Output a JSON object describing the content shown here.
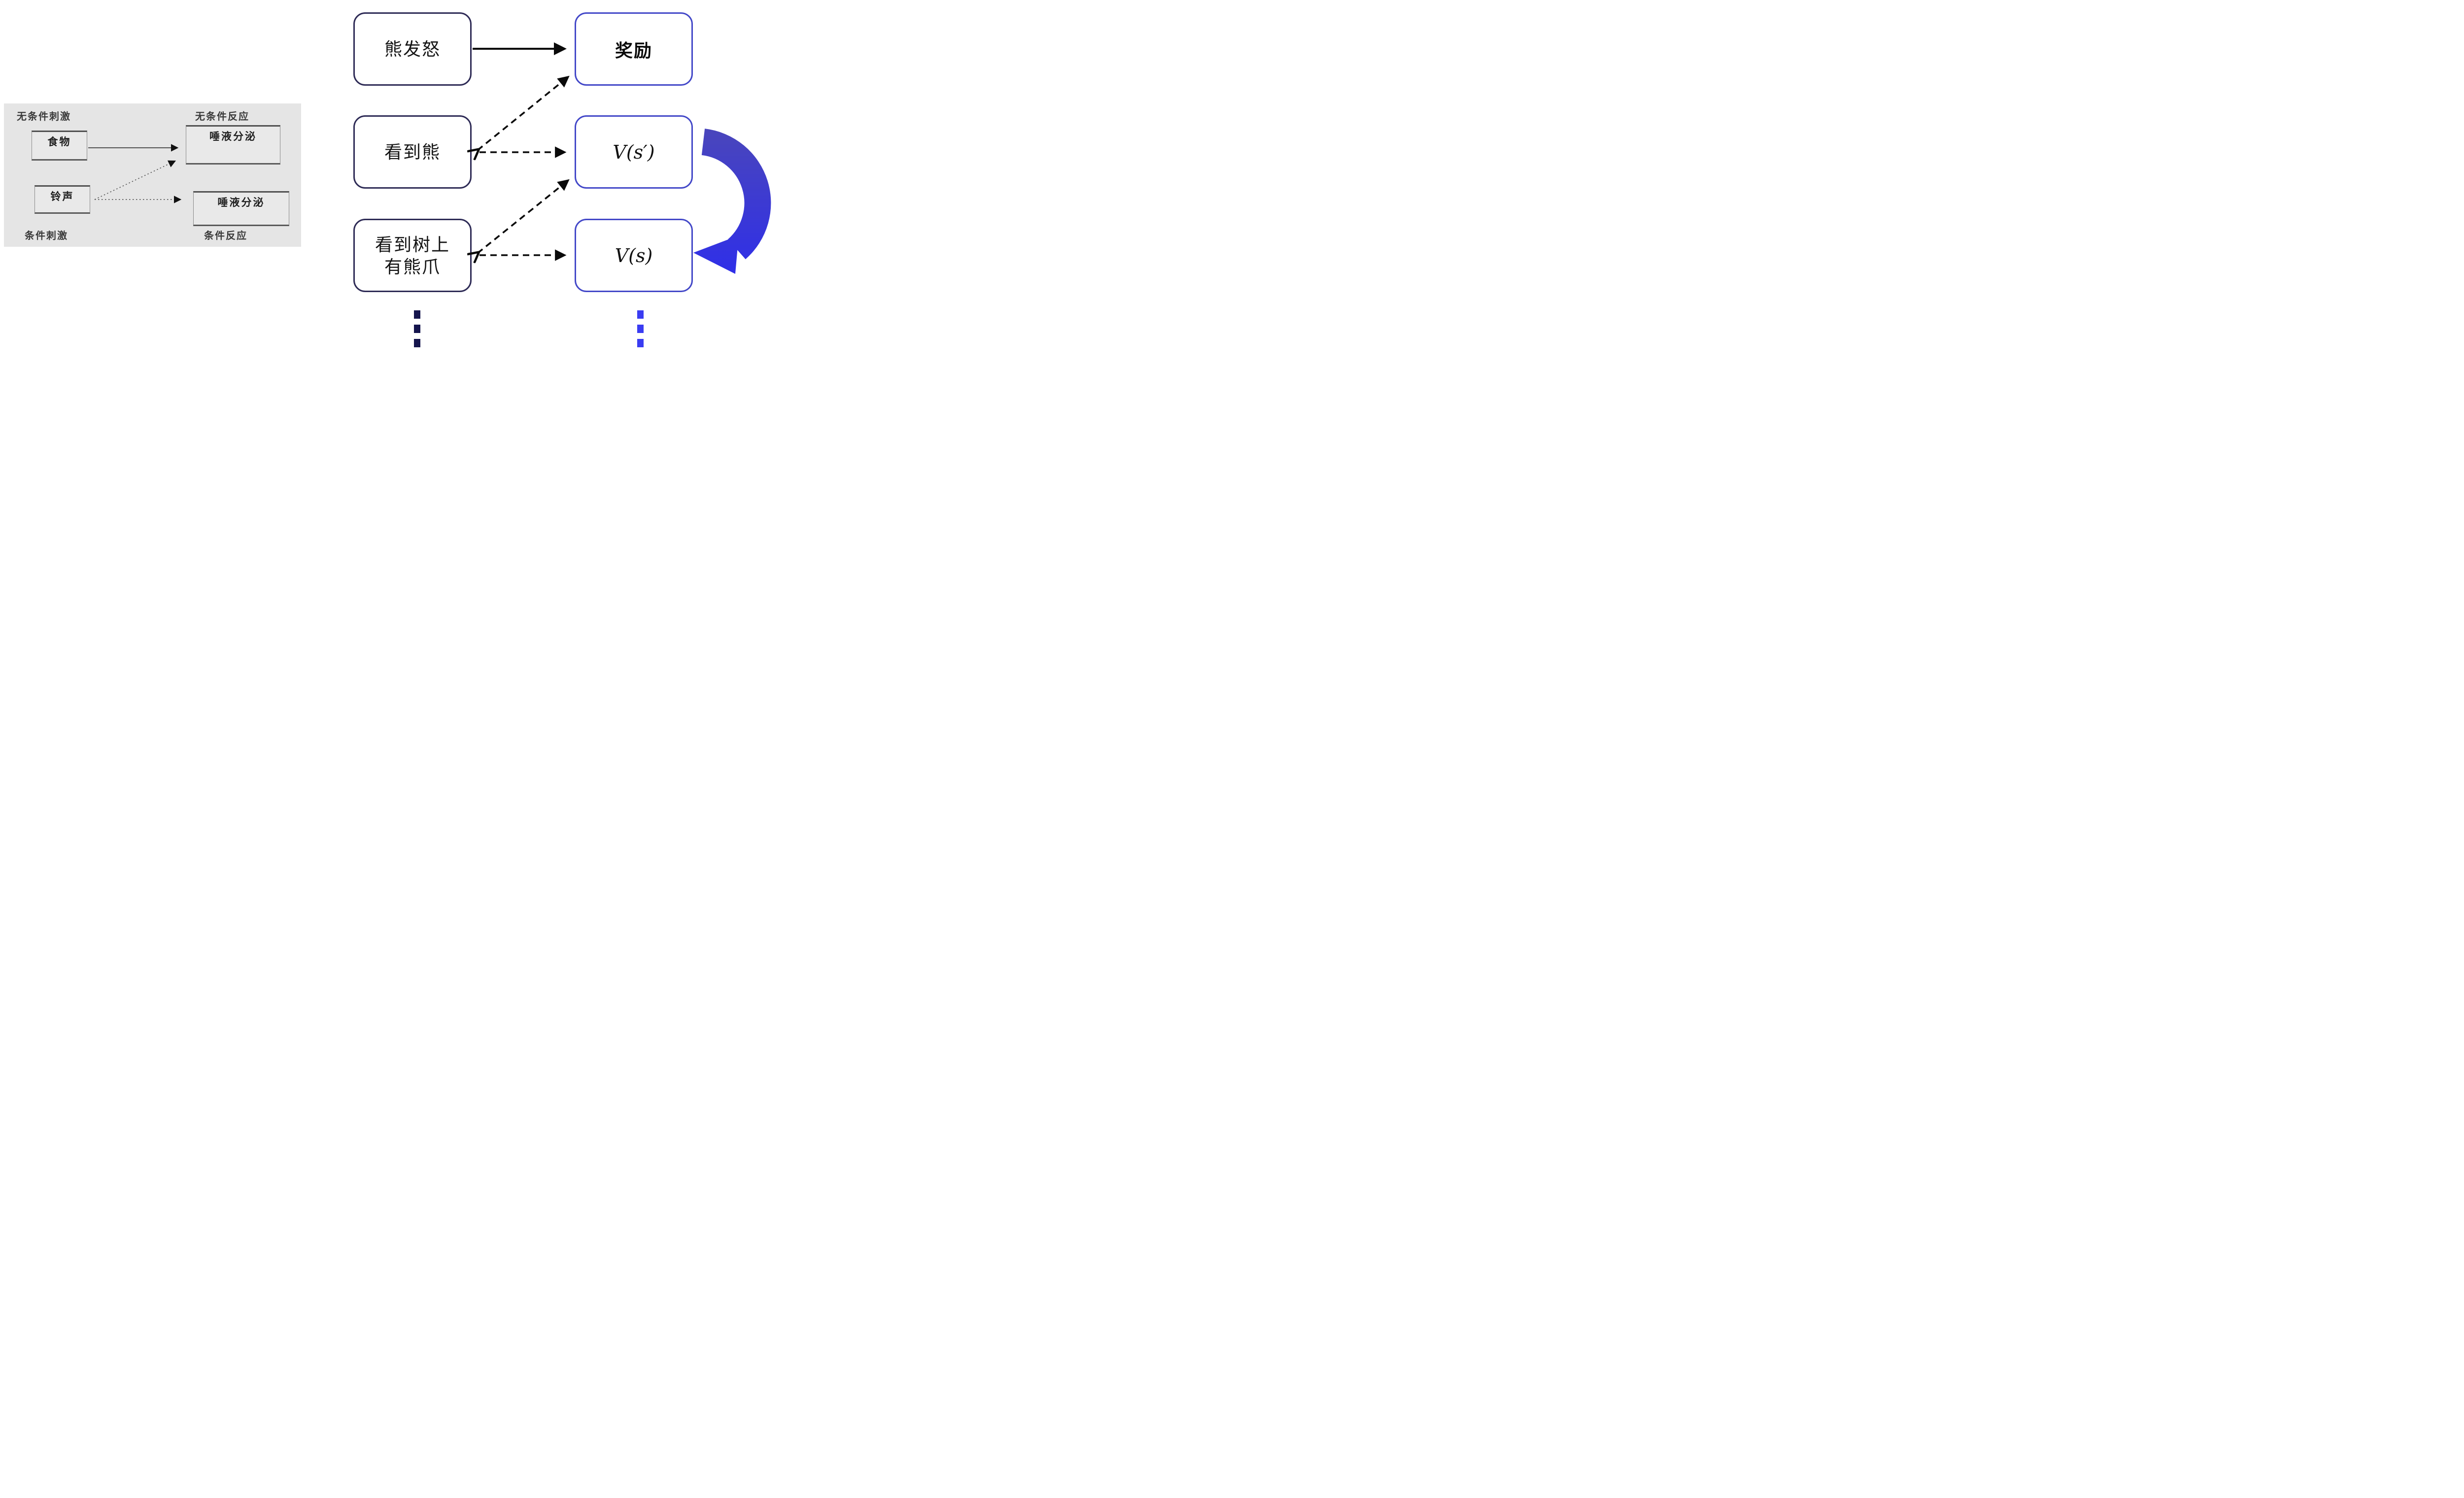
{
  "left_panel": {
    "labels": {
      "top_left": "无条件刺激",
      "top_right": "无条件反应",
      "bottom_left": "条件刺激",
      "bottom_right": "条件反应"
    },
    "boxes": {
      "food": "食物",
      "bell": "铃声",
      "salivation_upper": "唾液分泌",
      "salivation_lower": "唾液分泌"
    },
    "colors": {
      "panel_background": "#e5e5e5",
      "box_border": "#8a8a8a",
      "box_border_dark": "#505050",
      "arrow": "#3f3f3f"
    }
  },
  "right_diagram": {
    "nodes": {
      "bear_angry": "熊发怒",
      "see_bear": "看到熊",
      "see_claw_line1": "看到树上",
      "see_claw_line2": "有熊爪",
      "reward": "奖励",
      "v_s_prime": "V(s′)",
      "v_s": "V(s)"
    },
    "colors": {
      "stimulus_border": "#2e2b56",
      "value_border": "#4348c8",
      "arrow": "#0a0a0a",
      "loop_arrow_top": "#4a46bb",
      "loop_arrow_bottom": "#2e2eea",
      "dots_left": "#15154d",
      "dots_right": "#3a3cf2"
    },
    "dots_per_column": 3
  }
}
